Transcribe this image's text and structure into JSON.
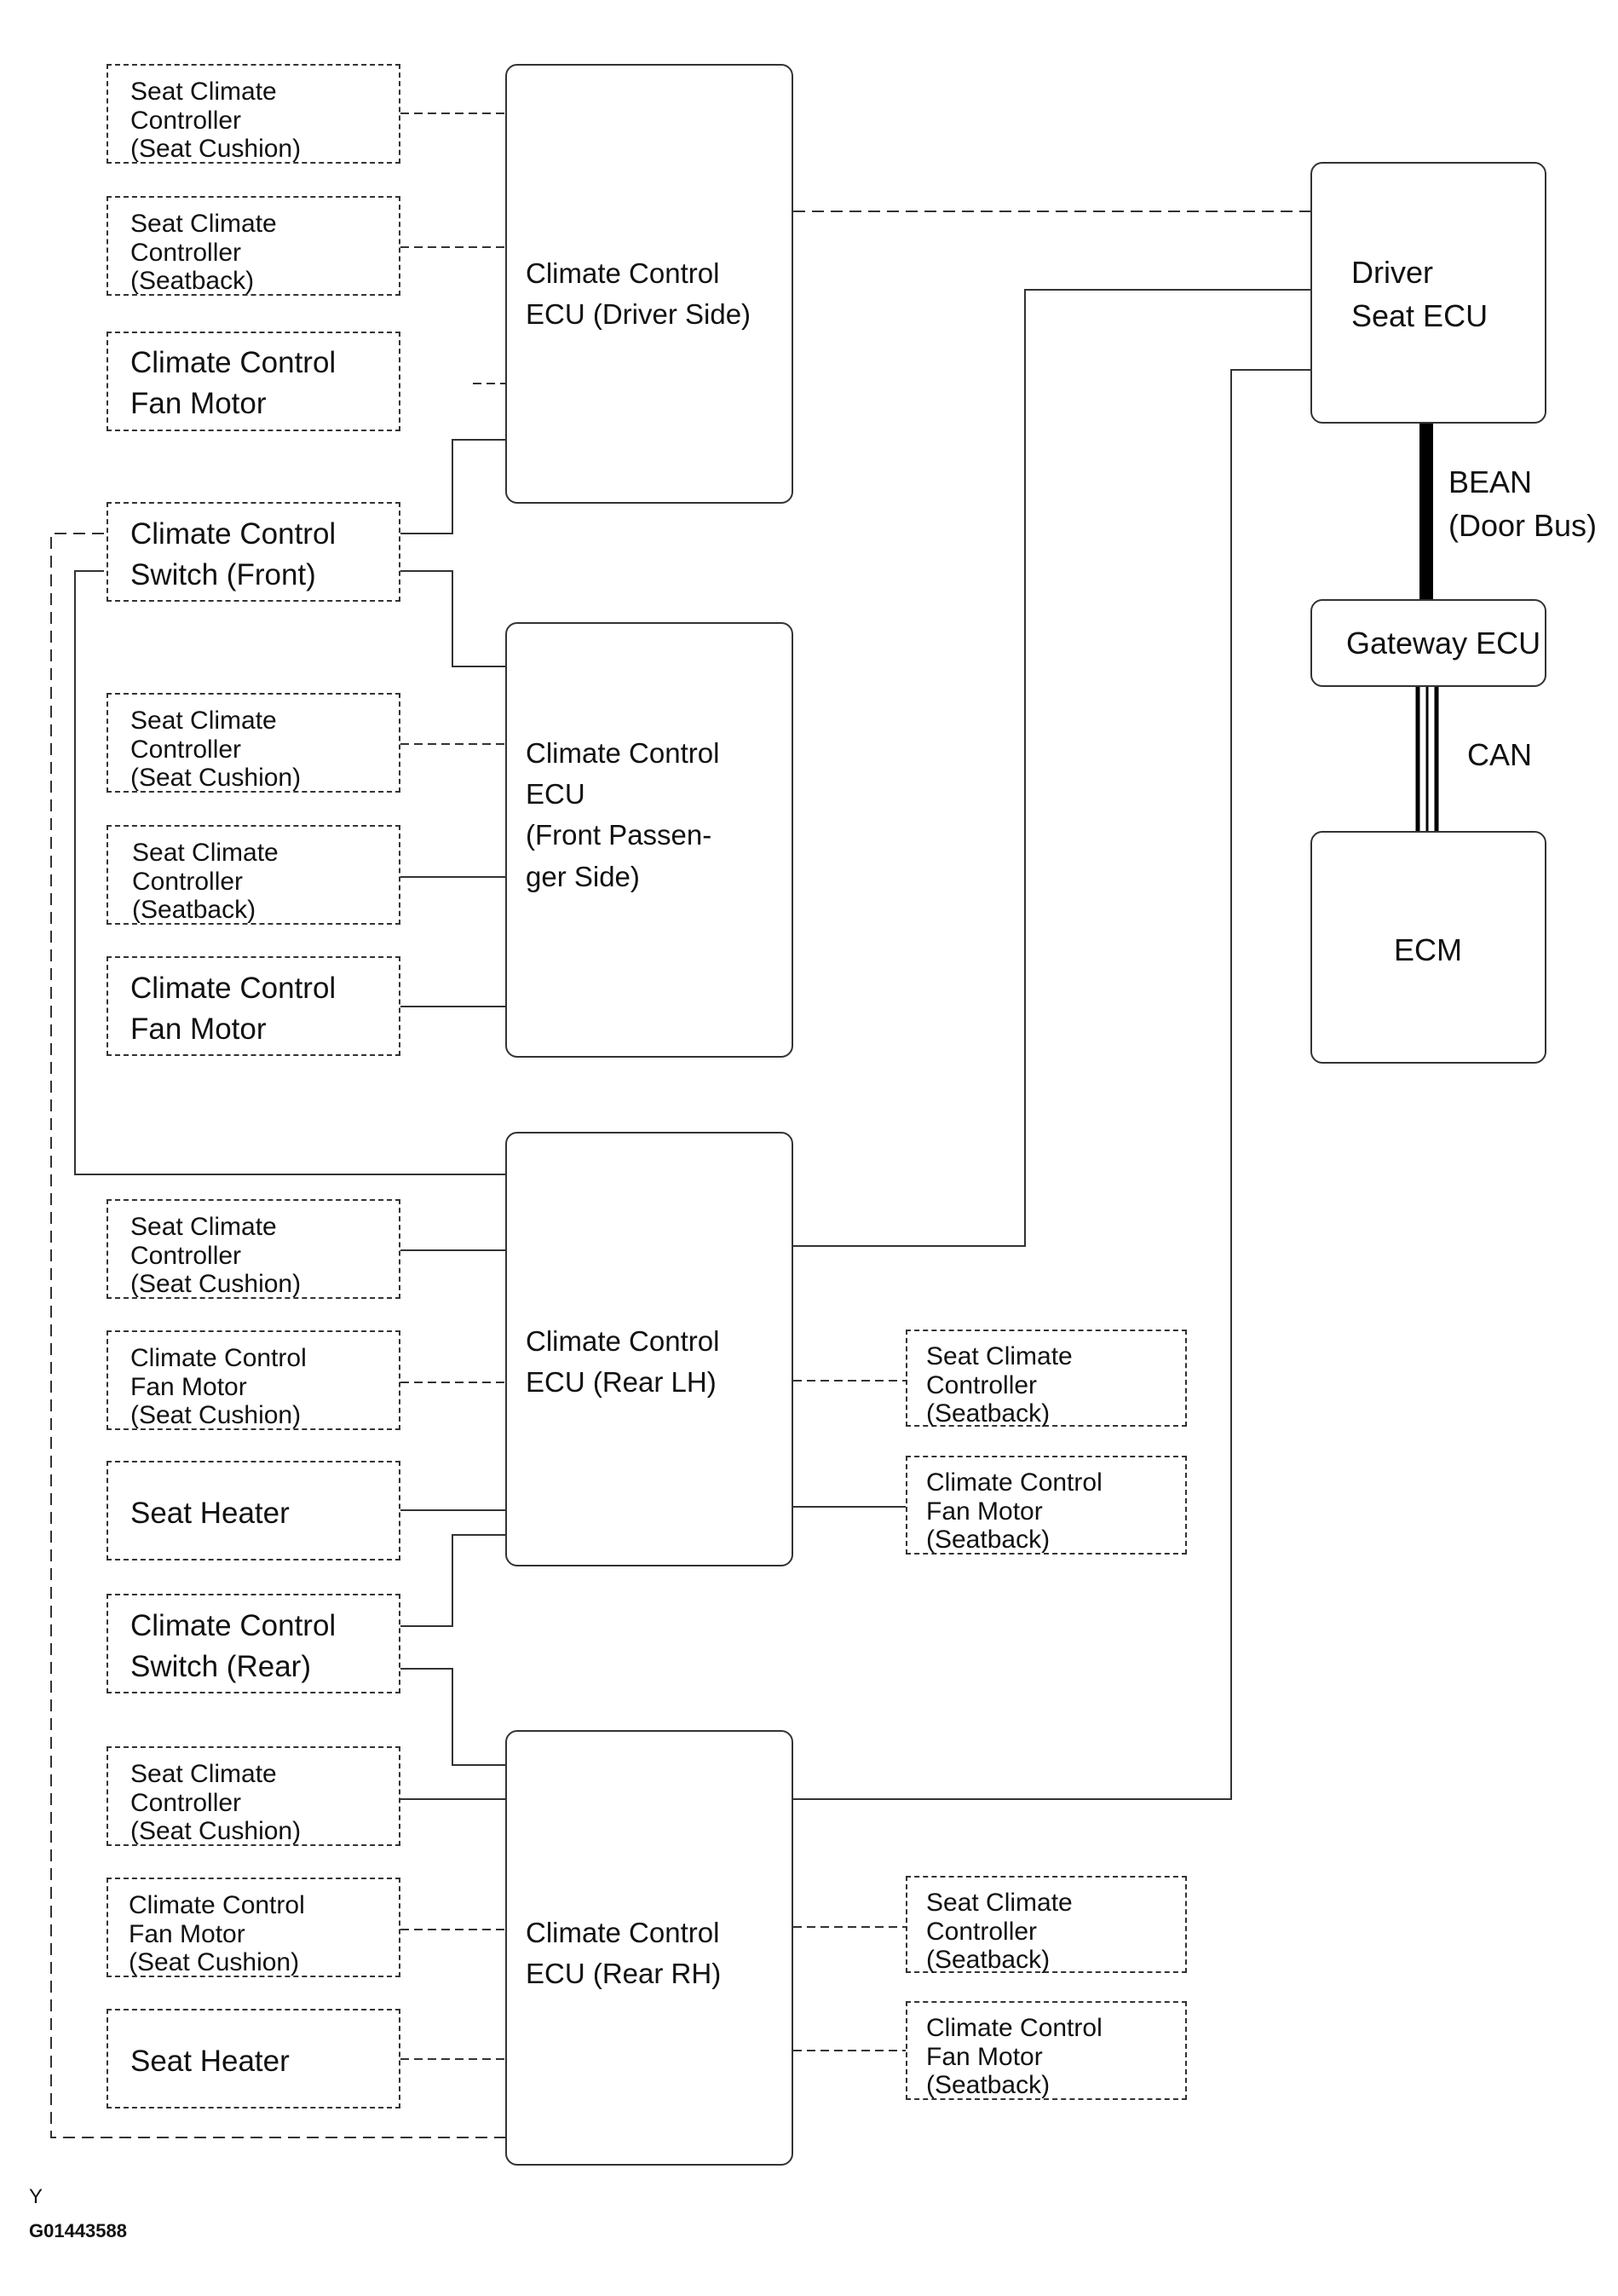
{
  "diagram": {
    "left_column": [
      {
        "id": "l1",
        "text": "Seat Climate\nController\n(Seat Cushion)"
      },
      {
        "id": "l2",
        "text": "Seat Climate\nController\n(Seatback)"
      },
      {
        "id": "l3",
        "text": "Climate Control\nFan Motor"
      },
      {
        "id": "l4",
        "text": "Climate Control\nSwitch (Front)"
      },
      {
        "id": "l5",
        "text": "Seat Climate\nController\n(Seat Cushion)"
      },
      {
        "id": "l6",
        "text": "Seat Climate\nController\n(Seatback)"
      },
      {
        "id": "l7",
        "text": "Climate Control\nFan Motor"
      },
      {
        "id": "l8",
        "text": "Seat Climate\nController\n(Seat Cushion)"
      },
      {
        "id": "l9",
        "text": "Climate Control\nFan Motor\n(Seat Cushion)"
      },
      {
        "id": "l10",
        "text": "Seat Heater"
      },
      {
        "id": "l11",
        "text": "Climate Control\nSwitch (Rear)"
      },
      {
        "id": "l12",
        "text": "Seat Climate\nController\n(Seat Cushion)"
      },
      {
        "id": "l13",
        "text": "Climate Control\nFan Motor\n(Seat Cushion)"
      },
      {
        "id": "l14",
        "text": "Seat Heater"
      }
    ],
    "ecus": [
      {
        "id": "e1",
        "text": "Climate Control\nECU (Driver Side)"
      },
      {
        "id": "e2",
        "text": "Climate Control\nECU\n(Front Passen-\nger Side)"
      },
      {
        "id": "e3",
        "text": "Climate Control\nECU (Rear LH)"
      },
      {
        "id": "e4",
        "text": "Climate Control\nECU (Rear RH)"
      }
    ],
    "right_column": [
      {
        "id": "r1",
        "text": "Seat Climate\nController\n(Seatback)"
      },
      {
        "id": "r2",
        "text": "Climate Control\nFan Motor\n(Seatback)"
      },
      {
        "id": "r3",
        "text": "Seat Climate\nController\n(Seatback)"
      },
      {
        "id": "r4",
        "text": "Climate Control\nFan Motor\n(Seatback)"
      }
    ],
    "driver_seat_ecu": "Driver\nSeat ECU",
    "gateway_ecu": "Gateway ECU",
    "ecm": "ECM",
    "bean_label": "BEAN\n(Door Bus)",
    "can_label": "CAN",
    "footer": {
      "mark": "Y",
      "code": "G01443588"
    }
  }
}
